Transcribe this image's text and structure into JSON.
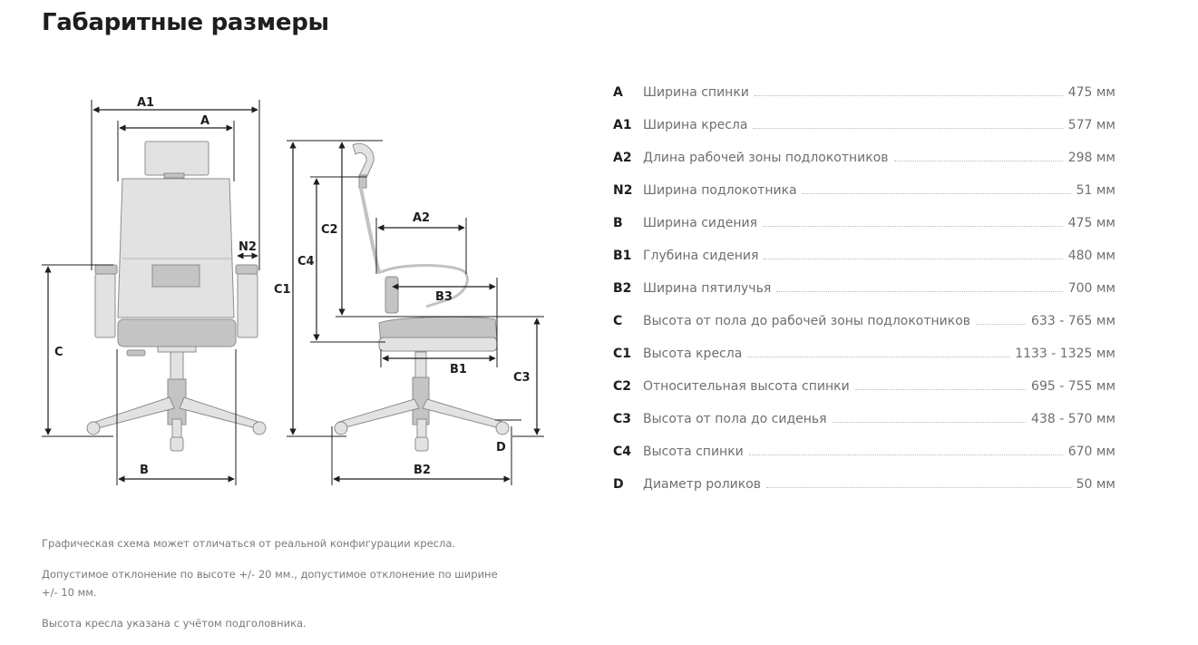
{
  "title": "Габаритные размеры",
  "diagram": {
    "labels": {
      "A1": "A1",
      "A": "A",
      "N2": "N2",
      "C": "C",
      "B": "B",
      "C1": "C1",
      "C4": "C4",
      "C2": "C2",
      "A2": "A2",
      "B3": "B3",
      "B1": "B1",
      "C3": "C3",
      "D": "D",
      "B2": "B2"
    }
  },
  "specs": [
    {
      "code": "A",
      "name": "Ширина спинки",
      "value": "475 мм"
    },
    {
      "code": "A1",
      "name": "Ширина кресла",
      "value": "577 мм"
    },
    {
      "code": "A2",
      "name": "Длина рабочей зоны подлокотников",
      "value": "298 мм"
    },
    {
      "code": "N2",
      "name": "Ширина подлокотника",
      "value": "51 мм"
    },
    {
      "code": "B",
      "name": "Ширина сидения",
      "value": "475 мм"
    },
    {
      "code": "B1",
      "name": "Глубина сидения",
      "value": "480 мм"
    },
    {
      "code": "B2",
      "name": "Ширина пятилучья",
      "value": "700 мм"
    },
    {
      "code": "C",
      "name": "Высота от пола до рабочей зоны подлокотников",
      "value": "633 - 765 мм"
    },
    {
      "code": "C1",
      "name": "Высота кресла",
      "value": "1133 - 1325 мм"
    },
    {
      "code": "C2",
      "name": "Относительная высота спинки",
      "value": "695 - 755 мм"
    },
    {
      "code": "C3",
      "name": "Высота от пола до сиденья",
      "value": "438 - 570 мм"
    },
    {
      "code": "C4",
      "name": "Высота спинки",
      "value": "670 мм"
    },
    {
      "code": "D",
      "name": "Диаметр роликов",
      "value": "50 мм"
    }
  ],
  "notes": [
    "Графическая схема может отличаться от реальной конфигурации кресла.",
    "Допустимое отклонение по высоте +/- 20 мм., допустимое отклонение по ширине +/- 10 мм.",
    "Высота кресла указана с учётом подголовника."
  ]
}
